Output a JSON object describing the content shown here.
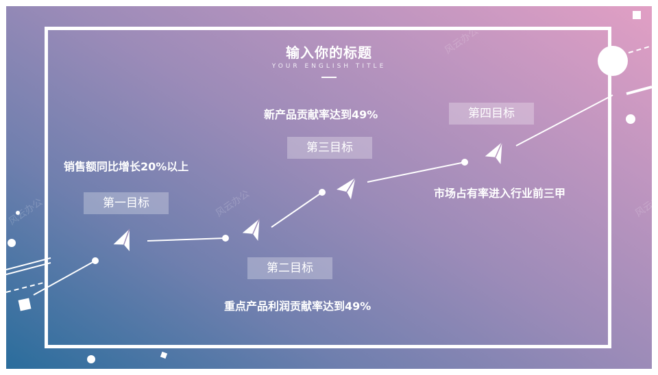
{
  "slide": {
    "title": "输入你的标题",
    "subtitle": "YOUR ENGLISH TITLE",
    "watermark": "风云办公"
  },
  "goals": [
    {
      "label": "第一目标",
      "description": "销售额同比增长20%以上"
    },
    {
      "label": "第二目标",
      "description": "重点产品利润贡献率达到49%"
    },
    {
      "label": "第三目标",
      "description": "新产品贡献率达到49%"
    },
    {
      "label": "第四目标",
      "description": "市场占有率进入行业前三甲"
    }
  ],
  "colors": {
    "gradient_start": "#2a6d9c",
    "gradient_end": "#e19fc4",
    "accent": "#ffffff"
  },
  "icons": [
    "paper-plane-icon"
  ]
}
